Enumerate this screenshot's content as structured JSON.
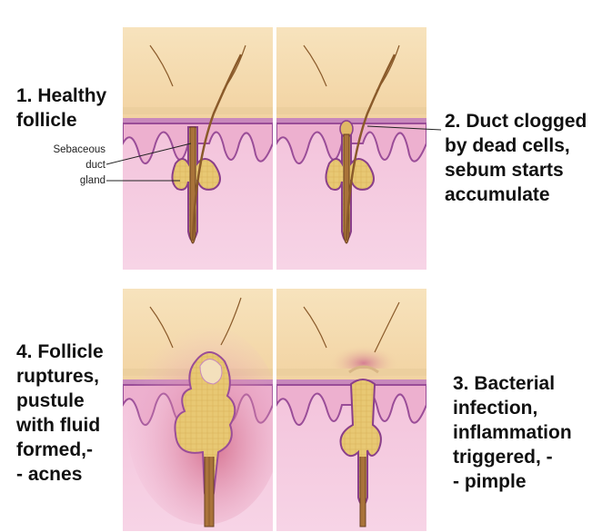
{
  "stages": [
    {
      "id": "p1",
      "lines": [
        "1. Healthy",
        "follicle"
      ]
    },
    {
      "id": "p2",
      "lines": [
        "2. Duct clogged",
        "by dead cells,",
        "sebum starts",
        "accumulate"
      ]
    },
    {
      "id": "p4",
      "lines": [
        "4. Follicle",
        "ruptures,",
        "pustule",
        "with fluid",
        "formed,-",
        "- acnes"
      ]
    },
    {
      "id": "p3",
      "lines": [
        "3. Bacterial",
        "infection,",
        "inflammation",
        "triggered, -",
        "- pimple"
      ]
    }
  ],
  "labels": {
    "sebaceous": "Sebaceous",
    "duct": "duct",
    "gland": "gland"
  },
  "colors": {
    "epidermis": "#f5dfb3",
    "dermis": "#f2c3dc",
    "dermis_edge": "#b060a8",
    "sebum": "#e5c46a",
    "hair": "#8a5a2a",
    "inflammation": "#c85a8a"
  }
}
